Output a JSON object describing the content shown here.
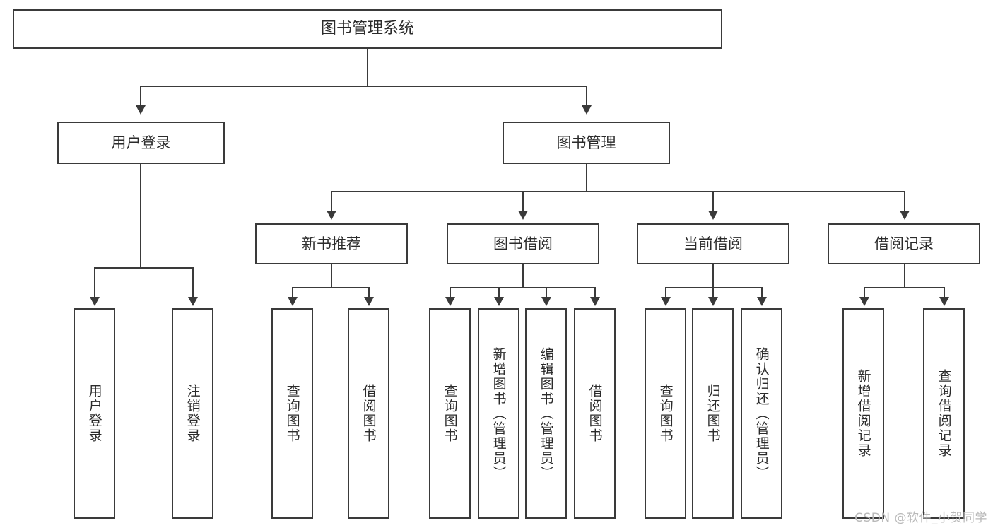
{
  "diagram": {
    "title": "图书管理系统",
    "type": "tree",
    "root": {
      "id": "root",
      "label": "图书管理系统",
      "orientation": "horizontal"
    },
    "level2": [
      {
        "id": "user-login",
        "label": "用户登录",
        "orientation": "horizontal"
      },
      {
        "id": "book-manage",
        "label": "图书管理",
        "orientation": "horizontal"
      }
    ],
    "level3": [
      {
        "id": "new-book-rec",
        "label": "新书推荐",
        "orientation": "horizontal",
        "parent": "book-manage"
      },
      {
        "id": "book-borrow",
        "label": "图书借阅",
        "orientation": "horizontal",
        "parent": "book-manage"
      },
      {
        "id": "current-borrow",
        "label": "当前借阅",
        "orientation": "horizontal",
        "parent": "book-manage"
      },
      {
        "id": "borrow-record",
        "label": "借阅记录",
        "orientation": "horizontal",
        "parent": "book-manage"
      }
    ],
    "leaves": [
      {
        "id": "leaf-user-login",
        "label": "用户登录",
        "orientation": "vertical",
        "parent": "user-login"
      },
      {
        "id": "leaf-logout",
        "label": "注销登录",
        "orientation": "vertical",
        "parent": "user-login"
      },
      {
        "id": "leaf-query-book-1",
        "label": "查询图书",
        "orientation": "vertical",
        "parent": "new-book-rec"
      },
      {
        "id": "leaf-borrow-book-1",
        "label": "借阅图书",
        "orientation": "vertical",
        "parent": "new-book-rec"
      },
      {
        "id": "leaf-query-book-2",
        "label": "查询图书",
        "orientation": "vertical",
        "parent": "book-borrow"
      },
      {
        "id": "leaf-add-book-admin",
        "label": "新增图书（管理员）",
        "orientation": "vertical",
        "parent": "book-borrow"
      },
      {
        "id": "leaf-edit-book-admin",
        "label": "编辑图书（管理员）",
        "orientation": "vertical",
        "parent": "book-borrow"
      },
      {
        "id": "leaf-borrow-book-2",
        "label": "借阅图书",
        "orientation": "vertical",
        "parent": "book-borrow"
      },
      {
        "id": "leaf-query-book-3",
        "label": "查询图书",
        "orientation": "vertical",
        "parent": "current-borrow"
      },
      {
        "id": "leaf-return-book",
        "label": "归还图书",
        "orientation": "vertical",
        "parent": "current-borrow"
      },
      {
        "id": "leaf-confirm-return",
        "label": "确认归还（管理员）",
        "orientation": "vertical",
        "parent": "current-borrow"
      },
      {
        "id": "leaf-add-record",
        "label": "新增借阅记录",
        "orientation": "vertical",
        "parent": "borrow-record"
      },
      {
        "id": "leaf-query-record",
        "label": "查询借阅记录",
        "orientation": "vertical",
        "parent": "borrow-record"
      }
    ],
    "colors": {
      "stroke": "#3a3a3a",
      "fill": "#ffffff",
      "text": "#2b2b2b",
      "watermark": "#b9b9b9"
    }
  },
  "watermark": {
    "text": "CSDN @软件_小贺同学"
  }
}
